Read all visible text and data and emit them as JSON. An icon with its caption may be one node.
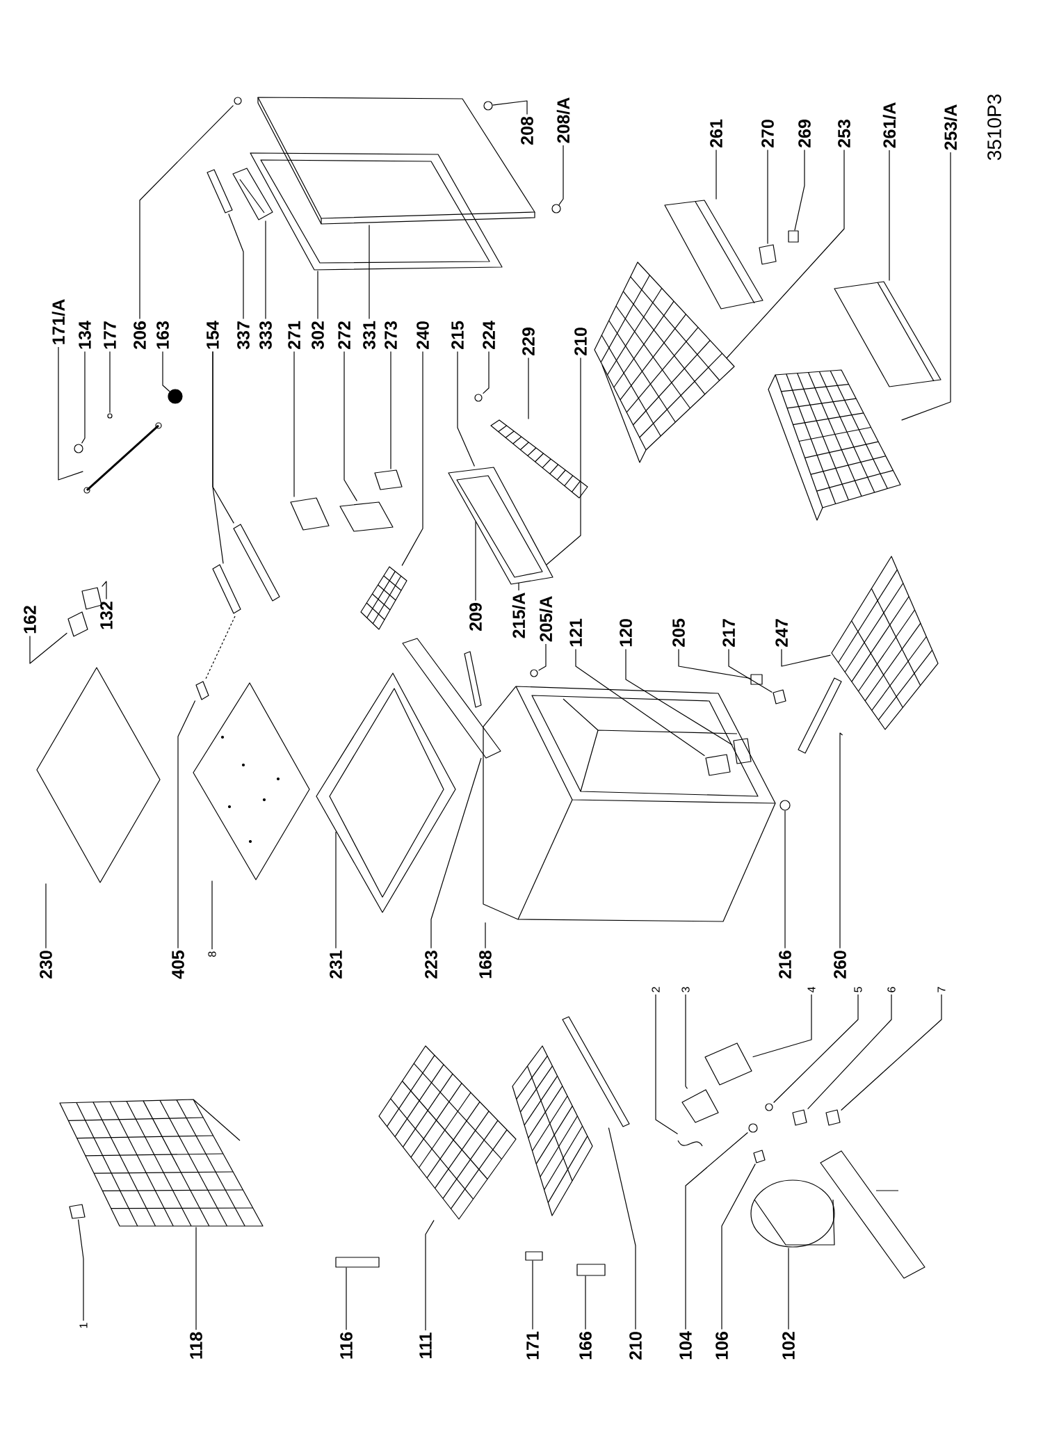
{
  "diagram": {
    "nodes": [
      {
        "text": [
          "171/A"
        ]
      },
      {
        "text": [
          "134"
        ]
      },
      {
        "text": [
          "177"
        ]
      },
      {
        "text": [
          "206"
        ]
      },
      {
        "text": [
          "163"
        ]
      },
      {
        "text": [
          "154"
        ]
      },
      {
        "text": [
          "337"
        ]
      },
      {
        "text": [
          "333"
        ]
      },
      {
        "text": [
          "271"
        ]
      },
      {
        "text": [
          "302"
        ]
      },
      {
        "text": [
          "272"
        ]
      },
      {
        "text": [
          "331"
        ]
      },
      {
        "text": [
          "273"
        ]
      },
      {
        "text": [
          "240"
        ]
      },
      {
        "text": [
          "215"
        ]
      },
      {
        "text": [
          "224"
        ]
      },
      {
        "text": [
          "229"
        ]
      },
      {
        "text": [
          "210"
        ]
      },
      {
        "text": [
          "208"
        ]
      },
      {
        "text": [
          "208/A"
        ]
      },
      {
        "text": [
          "261"
        ]
      },
      {
        "text": [
          "270"
        ]
      },
      {
        "text": [
          "269"
        ]
      },
      {
        "text": [
          "253"
        ]
      },
      {
        "text": [
          "261/A"
        ]
      },
      {
        "text": [
          "253/A"
        ]
      },
      {
        "text": [
          "162"
        ]
      },
      {
        "text": [
          "132"
        ]
      },
      {
        "text": [
          "209"
        ]
      },
      {
        "text": [
          "215/A"
        ]
      },
      {
        "text": [
          "205/A"
        ]
      },
      {
        "text": [
          "121"
        ]
      },
      {
        "text": [
          "120"
        ]
      },
      {
        "text": [
          "205"
        ]
      },
      {
        "text": [
          "217"
        ]
      },
      {
        "text": [
          "247"
        ]
      },
      {
        "text": [
          "230"
        ]
      },
      {
        "text": [
          "405"
        ]
      },
      {
        "text": [
          "8"
        ]
      },
      {
        "text": [
          "231"
        ]
      },
      {
        "text": [
          "223"
        ]
      },
      {
        "text": [
          "168"
        ]
      },
      {
        "text": [
          "216"
        ]
      },
      {
        "text": [
          "260"
        ]
      },
      {
        "text": [
          "2"
        ]
      },
      {
        "text": [
          "3"
        ]
      },
      {
        "text": [
          "4"
        ]
      },
      {
        "text": [
          "5"
        ]
      },
      {
        "text": [
          "6"
        ]
      },
      {
        "text": [
          "7"
        ]
      },
      {
        "text": [
          "1"
        ]
      },
      {
        "text": [
          "118"
        ]
      },
      {
        "text": [
          "116"
        ]
      },
      {
        "text": [
          "111"
        ]
      },
      {
        "text": [
          "171"
        ]
      },
      {
        "text": [
          "166"
        ]
      },
      {
        "text": [
          "210"
        ]
      },
      {
        "text": [
          "104"
        ]
      },
      {
        "text": [
          "106"
        ]
      },
      {
        "text": [
          "102"
        ]
      },
      {
        "text": [],
        "shape": "picture"
      },
      {
        "text": [],
        "shape": "picture"
      },
      {
        "text": [],
        "shape": "picture"
      },
      {
        "text": [],
        "shape": "picture"
      },
      {
        "text": [],
        "shape": "circle"
      },
      {
        "text": [],
        "shape": "picture"
      },
      {
        "text": [],
        "shape": "picture"
      },
      {
        "text": [],
        "shape": "picture"
      },
      {
        "text": [],
        "shape": "picture"
      },
      {
        "text": [],
        "shape": "picture"
      },
      {
        "text": [],
        "shape": "picture"
      },
      {
        "text": [],
        "shape": "picture"
      },
      {
        "text": [],
        "shape": "picture"
      },
      {
        "text": [],
        "shape": "picture"
      },
      {
        "text": [],
        "shape": "picture"
      },
      {
        "text": [],
        "shape": "picture"
      },
      {
        "text": [],
        "shape": "picture"
      },
      {
        "text": [],
        "shape": "picture"
      },
      {
        "text": [],
        "shape": "circle"
      },
      {
        "text": [],
        "shape": "circle"
      },
      {
        "text": [],
        "shape": "picture"
      },
      {
        "text": [],
        "shape": "picture"
      },
      {
        "text": [],
        "shape": "box"
      },
      {
        "text": [],
        "shape": "picture"
      },
      {
        "text": [],
        "shape": "picture"
      },
      {
        "text": [],
        "shape": "picture"
      },
      {
        "text": [],
        "shape": "picture"
      },
      {
        "text": [],
        "shape": "picture"
      },
      {
        "text": [],
        "shape": "picture"
      },
      {
        "text": [],
        "shape": "picture"
      },
      {
        "text": [],
        "shape": "picture",
        "in": 89
      },
      {
        "text": [],
        "shape": "picture",
        "in": 89
      },
      {
        "text": [],
        "shape": "box"
      },
      {
        "text": [],
        "shape": "picture"
      },
      {
        "text": [],
        "shape": "picture"
      },
      {
        "text": [],
        "shape": "picture"
      },
      {
        "text": [],
        "shape": "picture"
      },
      {
        "text": [],
        "shape": "picture"
      },
      {
        "text": [],
        "shape": "picture"
      },
      {
        "text": [],
        "shape": "picture"
      },
      {
        "text": [],
        "shape": "circle"
      },
      {
        "text": [],
        "shape": "picture"
      },
      {
        "text": [],
        "shape": "picture"
      },
      {
        "text": [],
        "shape": "picture"
      },
      {
        "text": [],
        "shape": "picture"
      },
      {
        "text": [],
        "shape": "picture"
      },
      {
        "text": [],
        "shape": "picture"
      },
      {
        "text": [],
        "shape": "picture"
      },
      {
        "text": [],
        "shape": "picture"
      },
      {
        "text": [],
        "shape": "picture"
      },
      {
        "text": [],
        "shape": "box"
      },
      {
        "text": [],
        "shape": "picture"
      },
      {
        "text": [],
        "shape": "box"
      },
      {
        "text": [],
        "shape": "box"
      },
      {
        "text": [],
        "shape": "picture"
      },
      {
        "text": [],
        "shape": "picture"
      },
      {
        "text": [],
        "shape": "picture"
      },
      {
        "text": [],
        "shape": "picture"
      }
    ],
    "edges": [
      {
        "from": 0,
        "to": 60,
        "arrow": "none"
      },
      {
        "from": 1,
        "to": 61,
        "arrow": "none"
      },
      {
        "from": 2,
        "to": 62,
        "arrow": "none"
      },
      {
        "from": 3,
        "to": 63,
        "arrow": "none"
      },
      {
        "from": 4,
        "to": 64,
        "arrow": "none"
      },
      {
        "from": 5,
        "to": 65,
        "arrow": "none"
      },
      {
        "from": 5,
        "to": 66,
        "arrow": "none"
      },
      {
        "from": 6,
        "to": 67,
        "arrow": "none"
      },
      {
        "from": 7,
        "to": 68,
        "arrow": "none"
      },
      {
        "from": 8,
        "to": 69,
        "arrow": "none"
      },
      {
        "from": 9,
        "to": 70,
        "arrow": "none"
      },
      {
        "from": 10,
        "to": 71,
        "arrow": "none"
      },
      {
        "from": 11,
        "to": 72,
        "arrow": "none"
      },
      {
        "from": 12,
        "to": 73,
        "arrow": "none"
      },
      {
        "from": 13,
        "to": 74,
        "arrow": "none"
      },
      {
        "from": 14,
        "to": 75,
        "arrow": "none"
      },
      {
        "from": 15,
        "to": 76,
        "arrow": "none"
      },
      {
        "from": 16,
        "to": 77,
        "arrow": "none"
      },
      {
        "from": 17,
        "to": 75,
        "arrow": "none"
      },
      {
        "from": 18,
        "to": 78,
        "arrow": "none"
      },
      {
        "from": 19,
        "to": 79,
        "arrow": "none"
      },
      {
        "from": 20,
        "to": 80,
        "arrow": "none"
      },
      {
        "from": 21,
        "to": 81,
        "arrow": "none"
      },
      {
        "from": 22,
        "to": 82,
        "arrow": "none"
      },
      {
        "from": 23,
        "to": 83,
        "arrow": "none"
      },
      {
        "from": 24,
        "to": 84,
        "arrow": "none"
      },
      {
        "from": 25,
        "to": 85,
        "arrow": "none"
      },
      {
        "from": 26,
        "to": 86,
        "arrow": "none"
      },
      {
        "from": 27,
        "to": 87,
        "arrow": "none"
      },
      {
        "from": 28,
        "to": 75,
        "arrow": "none"
      },
      {
        "from": 29,
        "to": 75,
        "arrow": "none"
      },
      {
        "from": 30,
        "to": 88,
        "arrow": "none"
      },
      {
        "from": 31,
        "to": 90,
        "arrow": "none"
      },
      {
        "from": 32,
        "to": 91,
        "arrow": "none"
      },
      {
        "from": 33,
        "to": 92,
        "arrow": "none"
      },
      {
        "from": 34,
        "to": 93,
        "arrow": "none"
      },
      {
        "from": 35,
        "to": 94,
        "arrow": "none"
      },
      {
        "from": 36,
        "to": 95,
        "arrow": "none"
      },
      {
        "from": 37,
        "to": 96,
        "arrow": "none"
      },
      {
        "from": 38,
        "to": 97,
        "arrow": "none"
      },
      {
        "from": 39,
        "to": 98,
        "arrow": "none"
      },
      {
        "from": 40,
        "to": 99,
        "arrow": "none"
      },
      {
        "from": 41,
        "to": 89,
        "arrow": "none"
      },
      {
        "from": 42,
        "to": 100,
        "arrow": "none"
      },
      {
        "from": 43,
        "to": 101,
        "arrow": "none"
      },
      {
        "from": 44,
        "to": 102,
        "arrow": "none"
      },
      {
        "from": 45,
        "to": 103,
        "arrow": "none"
      },
      {
        "from": 46,
        "to": 104,
        "arrow": "none"
      },
      {
        "from": 47,
        "to": 105,
        "arrow": "none"
      },
      {
        "from": 48,
        "to": 106,
        "arrow": "none"
      },
      {
        "from": 49,
        "to": 107,
        "arrow": "none"
      },
      {
        "from": 50,
        "to": 108,
        "arrow": "none"
      },
      {
        "from": 51,
        "to": 109,
        "arrow": "none"
      },
      {
        "from": 52,
        "to": 110,
        "arrow": "none"
      },
      {
        "from": 53,
        "to": 111,
        "arrow": "none"
      },
      {
        "from": 54,
        "to": 112,
        "arrow": "none"
      },
      {
        "from": 55,
        "to": 113,
        "arrow": "none"
      },
      {
        "from": 56,
        "to": 114,
        "arrow": "none"
      },
      {
        "from": 57,
        "to": 115,
        "arrow": "none"
      },
      {
        "from": 58,
        "to": 116,
        "arrow": "none"
      },
      {
        "from": 59,
        "to": 117,
        "arrow": "none"
      }
    ],
    "labels": [
      "3510P3"
    ]
  }
}
